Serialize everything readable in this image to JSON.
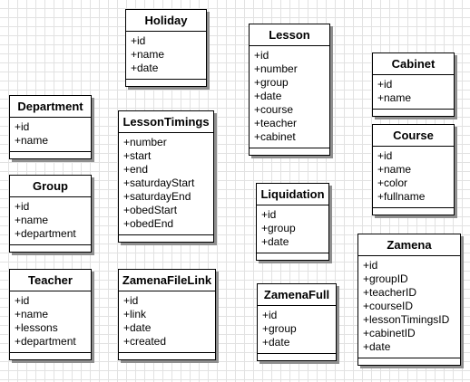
{
  "entities": {
    "holiday": {
      "name": "Holiday",
      "attributes": [
        "+id",
        "+name",
        "+date"
      ]
    },
    "lesson": {
      "name": "Lesson",
      "attributes": [
        "+id",
        "+number",
        "+group",
        "+date",
        "+course",
        "+teacher",
        "+cabinet"
      ]
    },
    "cabinet": {
      "name": "Cabinet",
      "attributes": [
        "+id",
        "+name"
      ]
    },
    "department": {
      "name": "Department",
      "attributes": [
        "+id",
        "+name"
      ]
    },
    "lesson_timings": {
      "name": "LessonTimings",
      "attributes": [
        "+number",
        "+start",
        "+end",
        "+saturdayStart",
        "+saturdayEnd",
        "+obedStart",
        "+obedEnd"
      ]
    },
    "course": {
      "name": "Course",
      "attributes": [
        "+id",
        "+name",
        "+color",
        "+fullname"
      ]
    },
    "group": {
      "name": "Group",
      "attributes": [
        "+id",
        "+name",
        "+department"
      ]
    },
    "liquidation": {
      "name": "Liquidation",
      "attributes": [
        "+id",
        "+group",
        "+date"
      ]
    },
    "zamena": {
      "name": "Zamena",
      "attributes": [
        "+id",
        "+groupID",
        "+teacherID",
        "+courseID",
        "+lessonTimingsID",
        "+cabinetID",
        "+date"
      ]
    },
    "teacher": {
      "name": "Teacher",
      "attributes": [
        "+id",
        "+name",
        "+lessons",
        "+department"
      ]
    },
    "zamena_file_link": {
      "name": "ZamenaFileLink",
      "attributes": [
        "+id",
        "+link",
        "+date",
        "+created"
      ]
    },
    "zamena_full": {
      "name": "ZamenaFull",
      "attributes": [
        "+id",
        "+group",
        "+date"
      ]
    }
  }
}
